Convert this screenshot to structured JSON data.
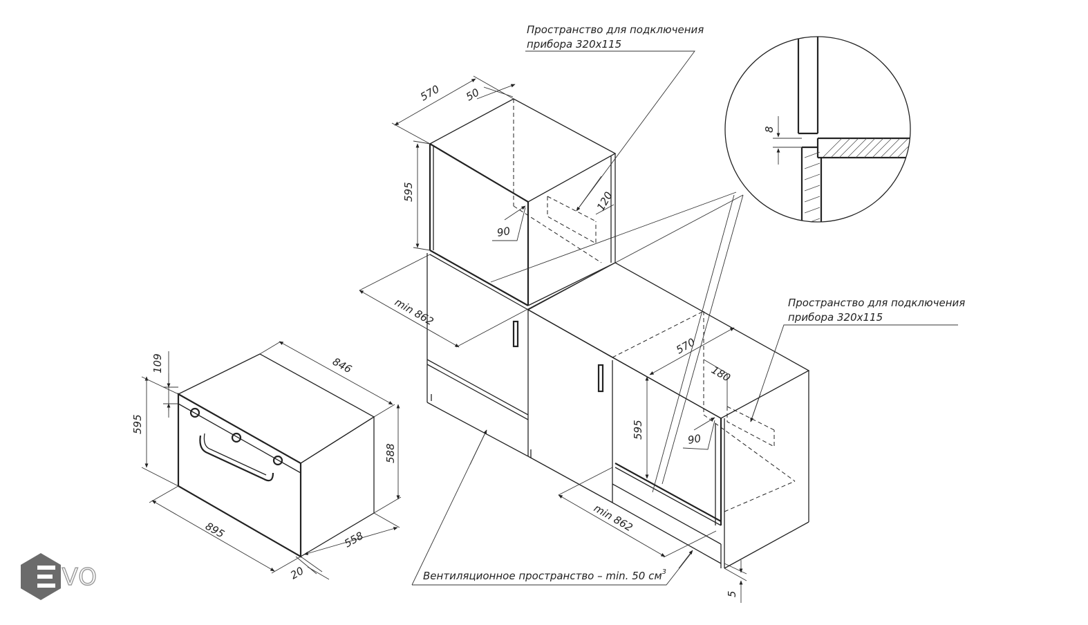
{
  "brand": {
    "logo_text": "EVO",
    "logo_color": "#6b6b6b"
  },
  "notes": {
    "connection_space_top": [
      "Пространство для подключения",
      "прибора 320х115"
    ],
    "connection_space_right": [
      "Пространство для подключения",
      "прибора 320х115"
    ],
    "ventilation": "Вентиляционное пространство – min. 50 см",
    "ventilation_sup": "3"
  },
  "dimensions": {
    "oven_top_band": "109",
    "oven_height": "595",
    "oven_depth_top": "846",
    "oven_body_height": "588",
    "oven_width": "895",
    "oven_depth": "558",
    "oven_panel": "20",
    "upper_niche_depth": "570",
    "upper_gap": "50",
    "upper_niche_height": "595",
    "upper_conn_offset": "120",
    "upper_angle": "90",
    "upper_min_width": "min 862",
    "lower_niche_depth": "570",
    "lower_conn_offset": "180",
    "lower_niche_height": "595",
    "lower_angle": "90",
    "lower_min_width": "min 862",
    "bottom_gap": "5",
    "detail_gap": "8"
  }
}
